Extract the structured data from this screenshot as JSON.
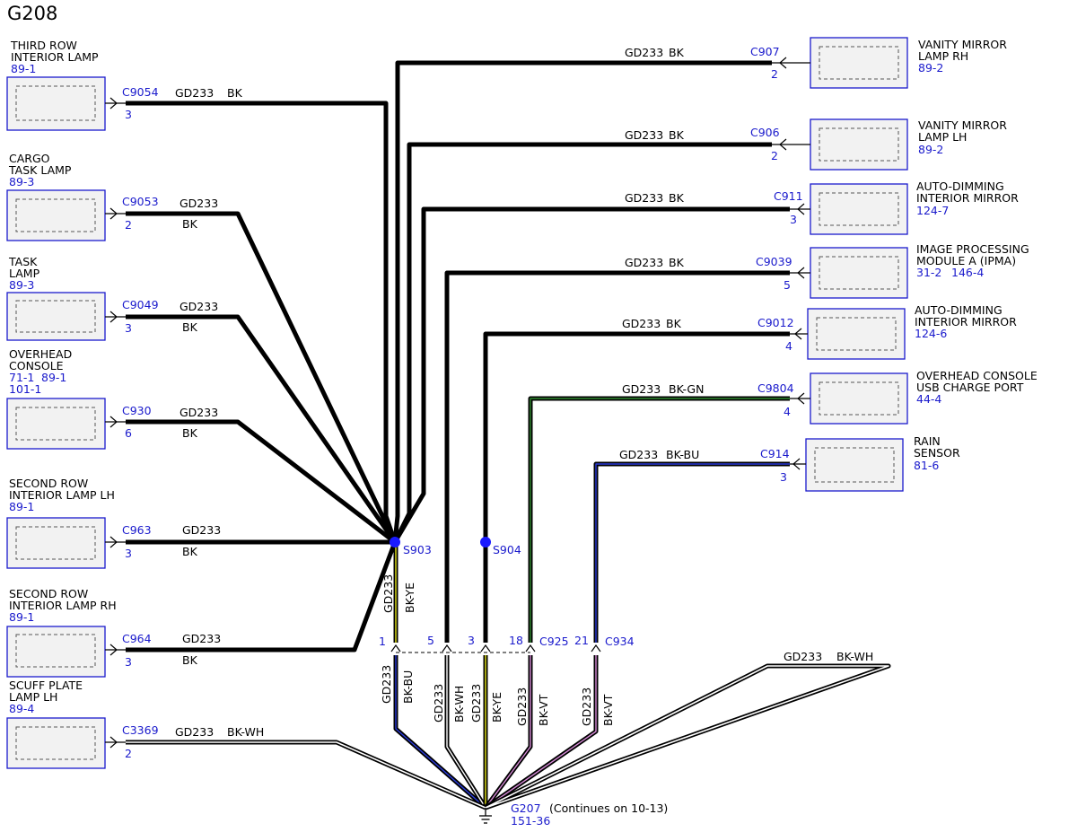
{
  "diagram": {
    "title": "G208",
    "components": {
      "third_row_interior_lamp": {
        "name1": "THIRD ROW",
        "name2": "INTERIOR LAMP",
        "ref": "89-1",
        "connector": "C9054",
        "pin": "3",
        "circuit": "GD233",
        "color": "BK"
      },
      "cargo_task_lamp": {
        "name1": "CARGO",
        "name2": "TASK LAMP",
        "ref": "89-3",
        "connector": "C9053",
        "pin": "2",
        "circuit": "GD233",
        "color": "BK"
      },
      "task_lamp": {
        "name1": "TASK",
        "name2": "LAMP",
        "ref": "89-3",
        "connector": "C9049",
        "pin": "3",
        "circuit": "GD233",
        "color": "BK"
      },
      "overhead_console": {
        "name1": "OVERHEAD",
        "name2": "CONSOLE",
        "ref1": "71-1",
        "ref2": "89-1",
        "ref3": "101-1",
        "connector": "C930",
        "pin": "6",
        "circuit": "GD233",
        "color": "BK"
      },
      "second_row_lamp_lh": {
        "name1": "SECOND ROW",
        "name2": "INTERIOR LAMP LH",
        "ref": "89-1",
        "connector": "C963",
        "pin": "3",
        "circuit": "GD233",
        "color": "BK"
      },
      "second_row_lamp_rh": {
        "name1": "SECOND ROW",
        "name2": "INTERIOR LAMP RH",
        "ref": "89-1",
        "connector": "C964",
        "pin": "3",
        "circuit": "GD233",
        "color": "BK"
      },
      "scuff_plate_lamp_lh": {
        "name1": "SCUFF PLATE",
        "name2": "LAMP LH",
        "ref": "89-4",
        "connector": "C3369",
        "pin": "2",
        "circuit": "GD233",
        "color": "BK-WH"
      },
      "vanity_mirror_lamp_rh": {
        "name1": "VANITY MIRROR",
        "name2": "LAMP RH",
        "ref": "89-2",
        "connector": "C907",
        "pin": "2",
        "circuit": "GD233",
        "color": "BK"
      },
      "vanity_mirror_lamp_lh": {
        "name1": "VANITY MIRROR",
        "name2": "LAMP LH",
        "ref": "89-2",
        "connector": "C906",
        "pin": "2",
        "circuit": "GD233",
        "color": "BK"
      },
      "auto_dimming_mirror_1": {
        "name1": "AUTO-DIMMING",
        "name2": "INTERIOR MIRROR",
        "ref": "124-7",
        "connector": "C911",
        "pin": "3",
        "circuit": "GD233",
        "color": "BK"
      },
      "ipma": {
        "name1": "IMAGE PROCESSING",
        "name2": "MODULE A (IPMA)",
        "ref1": "31-2",
        "ref2": "146-4",
        "connector": "C9039",
        "pin": "5",
        "circuit": "GD233",
        "color": "BK"
      },
      "auto_dimming_mirror_2": {
        "name1": "AUTO-DIMMING",
        "name2": "INTERIOR MIRROR",
        "ref": "124-6",
        "connector": "C9012",
        "pin": "4",
        "circuit": "GD233",
        "color": "BK"
      },
      "usb_charge_port": {
        "name1": "OVERHEAD CONSOLE",
        "name2": "USB CHARGE PORT",
        "ref": "44-4",
        "connector": "C9804",
        "pin": "4",
        "circuit": "GD233",
        "color": "BK-GN"
      },
      "rain_sensor": {
        "name1": "RAIN",
        "name2": "SENSOR",
        "ref": "81-6",
        "connector": "C914",
        "pin": "3",
        "circuit": "GD233",
        "color": "BK-BU"
      }
    },
    "splices": {
      "s903": "S903",
      "s904": "S904"
    },
    "inline_connectors": {
      "c925": "C925",
      "c934": "C934",
      "pins": {
        "p1": "1",
        "p5": "5",
        "p3": "3",
        "p18": "18",
        "p21": "21"
      }
    },
    "vertical_wires": {
      "s903_out": {
        "circuit": "GD233",
        "color": "BK-YE"
      },
      "to_g207_1": {
        "circuit": "GD233",
        "color": "BK-BU"
      },
      "to_g207_2": {
        "circuit": "GD233",
        "color": "BK-WH"
      },
      "to_g207_3": {
        "circuit": "GD233",
        "color": "BK-YE"
      },
      "to_g207_4": {
        "circuit": "GD233",
        "color": "BK-VT"
      },
      "to_g207_5": {
        "circuit": "GD233",
        "color": "BK-VT"
      }
    },
    "offpage_wire": {
      "circuit": "GD233",
      "color": "BK-WH"
    },
    "ground": {
      "name": "G207",
      "ref": "151-36",
      "note": "(Continues on 10-13)"
    }
  }
}
